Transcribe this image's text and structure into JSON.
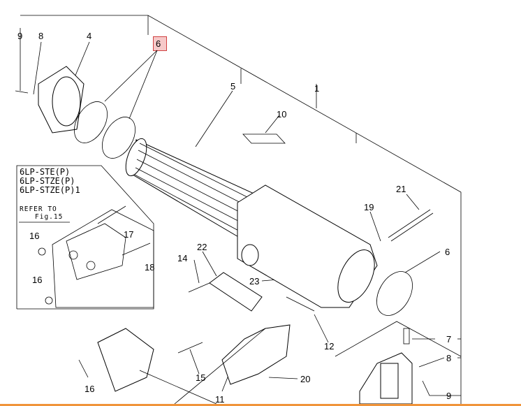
{
  "diagram": {
    "highlighted_callout": "6",
    "inset": {
      "models": [
        "6LP-STE(P)",
        "6LP-STZE(P)",
        "6LP-STZE(P)1"
      ],
      "refer_line1": "REFER TO",
      "refer_line2": "Fig.15",
      "callouts": [
        "16",
        "17",
        "18",
        "16"
      ]
    },
    "callouts": {
      "c9a": "9",
      "c8a": "8",
      "c4": "4",
      "c6a": "6",
      "c5": "5",
      "c1": "1",
      "c10": "10",
      "c21": "21",
      "c19": "19",
      "c6b": "6",
      "c22": "22",
      "c14": "14",
      "c23": "23",
      "c12": "12",
      "c7": "7",
      "c8b": "8",
      "c9b": "9",
      "c16": "16",
      "c15": "15",
      "c20": "20",
      "c11": "11"
    },
    "accent_color": "#f0943a",
    "highlight_color": "#f6c9c9"
  }
}
